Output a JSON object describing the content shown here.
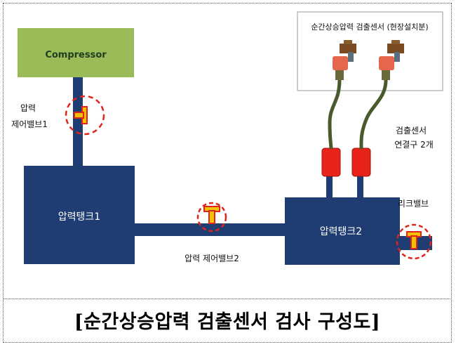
{
  "diagram": {
    "compressor_label": "Compressor",
    "valve1_label_line1": "압력",
    "valve1_label_line2": "제어밸브1",
    "tank1_label": "압력탱크1",
    "valve2_label": "압력 제어밸브2",
    "tank2_label": "압력탱크2",
    "leak_valve_label": "리크밸브",
    "sensor_box_title": "순간상승압력 검출센서 (현장설치분)",
    "connector_label_line1": "검출센서",
    "connector_label_line2": "연결구 2개"
  },
  "caption": "[순간상승압력 검출센서 검사 구성도]",
  "colors": {
    "pipe_blue": "#1f3d73",
    "compressor_green": "#9bbb59",
    "valve_yellow": "#f2c200",
    "valve_red": "#e1251b",
    "connector_red": "#e8231a",
    "cable_olive": "#4b5a2a"
  }
}
